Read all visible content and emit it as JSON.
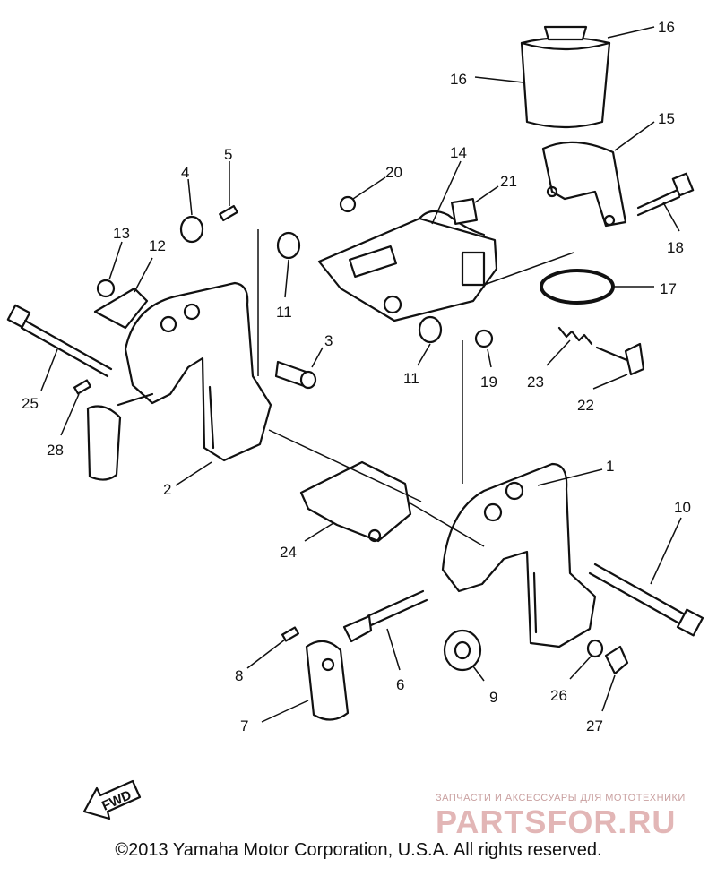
{
  "callouts": [
    "1",
    "2",
    "3",
    "4",
    "5",
    "6",
    "7",
    "8",
    "9",
    "10",
    "11",
    "11",
    "12",
    "13",
    "14",
    "15",
    "16",
    "16",
    "17",
    "18",
    "19",
    "20",
    "21",
    "22",
    "23",
    "24",
    "25",
    "26",
    "27",
    "28"
  ],
  "fwd_label": "FWD",
  "watermark": {
    "tagline": "ЗАПЧАСТИ И АКСЕССУАРЫ ДЛЯ МОТОТЕХНИКИ",
    "brand": "PARTSFOR.RU"
  },
  "copyright": "©2013 Yamaha Motor Corporation, U.S.A. All rights reserved."
}
